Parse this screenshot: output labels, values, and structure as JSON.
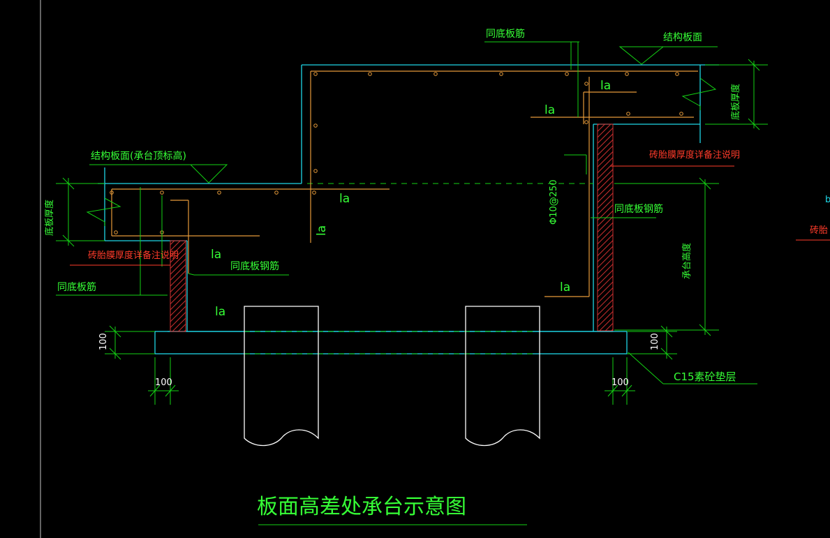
{
  "colors": {
    "background": "#000000",
    "outline": "#1fd6e6",
    "rebar": "#e59a3a",
    "dim": "#14d214",
    "label": "#36ff36",
    "note": "#ff3b2a",
    "hatch": "#d03030",
    "pile": "#ffffff",
    "frame": "#c8c8c8"
  },
  "labels": {
    "same_bottom_rebar_top": "同底板筋",
    "struct_face_right": "结构板面",
    "struct_face_left": "结构板面(承台顶标高)",
    "slab_thickness_right": "底板厚度",
    "slab_thickness_left": "底板厚度",
    "la_top_right": "la",
    "la_right_mid": "la",
    "la_center": "la",
    "la_vertical": "la",
    "brick_note_right": "砖胎膜厚度详备注说明",
    "bar_spec": "Φ10@250",
    "same_bottom_steel_right": "同底板钢筋",
    "cap_height": "承台高度",
    "la_right_low": "la",
    "la_left_mid": "la",
    "brick_note_left": "砖胎膜厚度详备注说明",
    "same_bottom_steel_left": "同底板钢筋",
    "same_bottom_rebar_left": "同底板筋",
    "la_left_low": "la",
    "dim_100_left_v": "100",
    "dim_100_right_v": "100",
    "dim_100_left_h": "100",
    "dim_100_right_h": "100",
    "cushion": "C15素砼垫层",
    "edge_note": "砖胎",
    "edge_char": "b",
    "title": "板面高差处承台示意图"
  }
}
